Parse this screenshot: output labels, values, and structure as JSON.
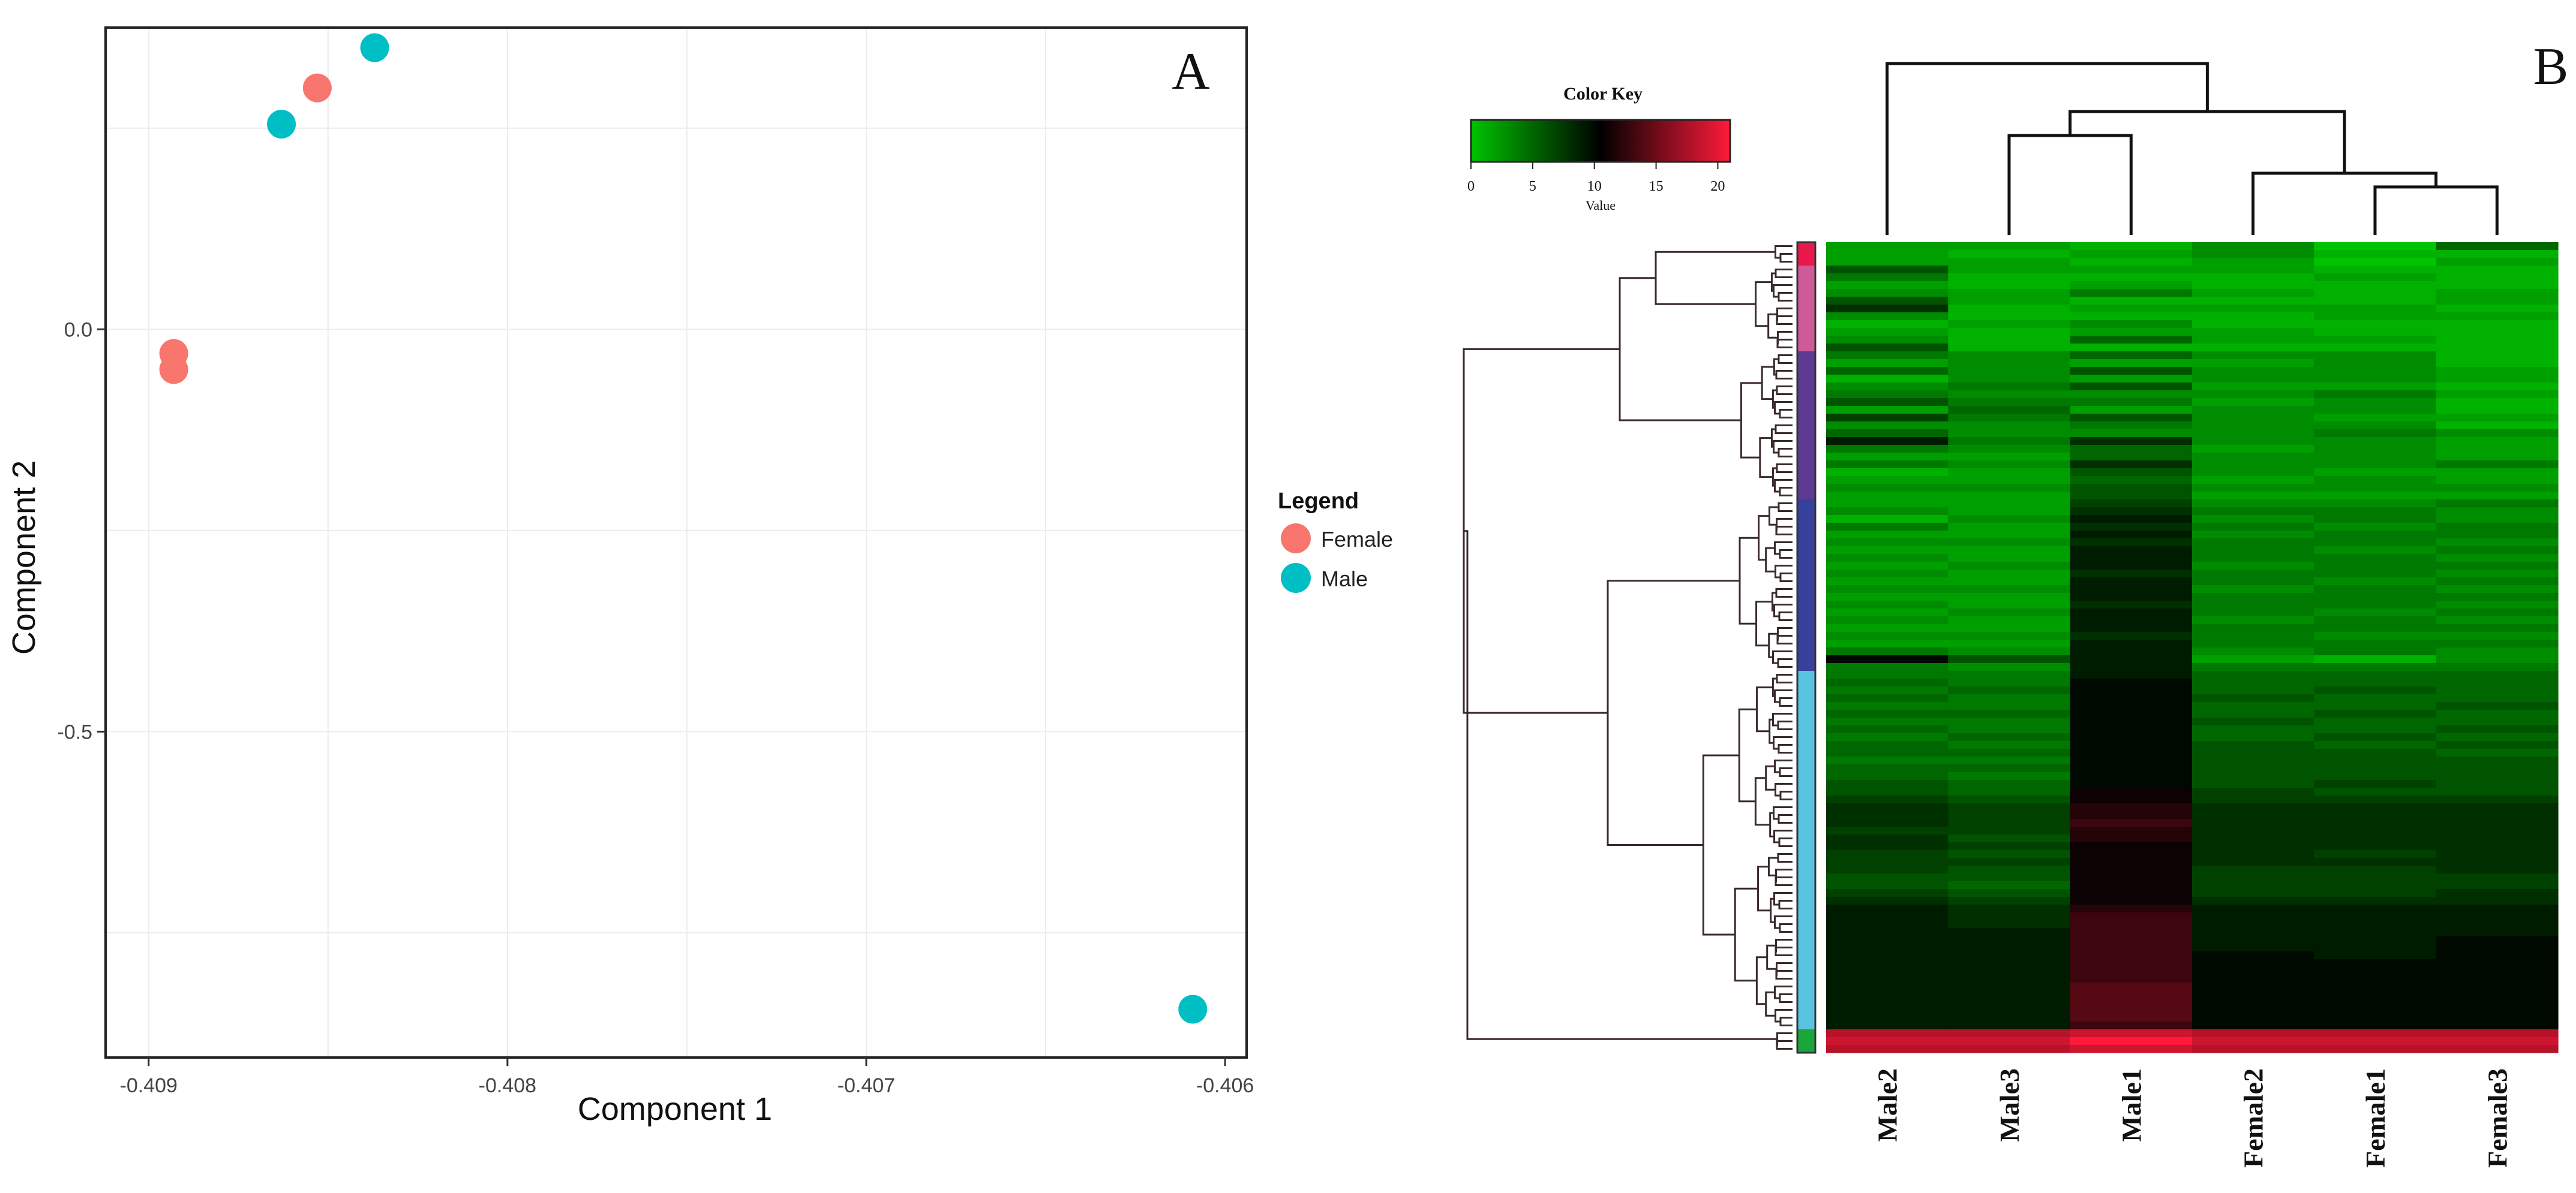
{
  "panels": {
    "a_letter": "A",
    "b_letter": "B"
  },
  "colors": {
    "female": "#F8766D",
    "male": "#00BFC4",
    "panel_border": "#222222",
    "grid": "#ececec",
    "heat_low": "#00c400",
    "heat_mid": "#000000",
    "heat_high": "#ff1a3a",
    "cluster_colors": [
      "#e8194a",
      "#cf5a9a",
      "#5d3b95",
      "#37409a",
      "#58c2df",
      "#1aa63a"
    ]
  },
  "chart_data": [
    {
      "type": "scatter",
      "xlabel": "Component 1",
      "ylabel": "Component 2",
      "xlim": [
        -0.40912,
        -0.40594
      ],
      "ylim": [
        -0.905,
        0.375
      ],
      "x_ticks": [
        -0.409,
        -0.408,
        -0.407,
        -0.406
      ],
      "x_tick_labels": [
        "-0.409",
        "-0.408",
        "-0.407",
        "-0.406"
      ],
      "y_ticks": [
        0.0,
        -0.5
      ],
      "y_tick_labels": [
        "0.0",
        "-0.5"
      ],
      "grid": true,
      "legend_title": "Legend",
      "legend_position": "right",
      "series": [
        {
          "name": "Female",
          "color": "#F8766D",
          "points": [
            [
              -0.40853,
              0.3
            ],
            [
              -0.40893,
              -0.03
            ],
            [
              -0.40893,
              -0.05
            ]
          ]
        },
        {
          "name": "Male",
          "color": "#00BFC4",
          "points": [
            [
              -0.40837,
              0.35
            ],
            [
              -0.40863,
              0.255
            ],
            [
              -0.40609,
              -0.845
            ]
          ]
        }
      ]
    },
    {
      "type": "heatmap",
      "columns": [
        "Male2",
        "Male3",
        "Male1",
        "Female2",
        "Female1",
        "Female3"
      ],
      "color_key": {
        "title": "Color Key",
        "xlabel": "Value",
        "ticks": [
          0,
          5,
          10,
          15,
          20
        ],
        "tick_labels": [
          "0",
          "5",
          "10",
          "15",
          "20"
        ],
        "range": [
          0,
          21
        ],
        "colors": [
          "#00c400",
          "#000000",
          "#ff1a3a"
        ]
      },
      "column_dendrogram": {
        "merges": [
          [
            4,
            5,
            0.28
          ],
          [
            3,
            6,
            0.36
          ],
          [
            1,
            2,
            0.58
          ],
          [
            8,
            7,
            0.72
          ],
          [
            0,
            9,
            1.0
          ]
        ]
      },
      "row_clusters": [
        {
          "rows": 3,
          "color": "#e8194a",
          "levels": [
            [
              2,
              2,
              1,
              3,
              0,
              5
            ],
            [
              2,
              1,
              2,
              3,
              1,
              1
            ],
            [
              2,
              2,
              1,
              2,
              0,
              2
            ]
          ]
        },
        {
          "rows": 11,
          "color": "#cf5a9a",
          "levels": [
            [
              6,
              2,
              2,
              2,
              1,
              1
            ],
            [
              4,
              1,
              1,
              1,
              2,
              1
            ],
            [
              2,
              1,
              2,
              1,
              1,
              1
            ],
            [
              3,
              2,
              4,
              2,
              1,
              2
            ],
            [
              6,
              2,
              1,
              1,
              1,
              2
            ],
            [
              8,
              1,
              2,
              2,
              2,
              1
            ],
            [
              3,
              1,
              1,
              1,
              2,
              2
            ],
            [
              1,
              2,
              3,
              1,
              1,
              1
            ],
            [
              2,
              1,
              2,
              2,
              1,
              1
            ],
            [
              3,
              1,
              5,
              2,
              2,
              1
            ],
            [
              6,
              1,
              1,
              1,
              1,
              1
            ]
          ]
        },
        {
          "rows": 19,
          "color": "#5d3b95",
          "levels": [
            [
              4,
              3,
              5,
              3,
              3,
              1
            ],
            [
              2,
              3,
              2,
              2,
              3,
              1
            ],
            [
              5,
              3,
              6,
              3,
              3,
              2
            ],
            [
              1,
              3,
              2,
              3,
              3,
              2
            ],
            [
              3,
              4,
              6,
              2,
              2,
              1
            ],
            [
              4,
              3,
              3,
              3,
              4,
              2
            ],
            [
              6,
              4,
              4,
              2,
              3,
              1
            ],
            [
              2,
              5,
              2,
              3,
              3,
              1
            ],
            [
              7,
              4,
              6,
              3,
              2,
              2
            ],
            [
              3,
              3,
              4,
              3,
              3,
              1
            ],
            [
              5,
              3,
              3,
              3,
              4,
              3
            ],
            [
              9,
              4,
              8,
              3,
              3,
              2
            ],
            [
              4,
              3,
              5,
              2,
              3,
              2
            ],
            [
              2,
              2,
              5,
              3,
              3,
              2
            ],
            [
              4,
              3,
              8,
              3,
              3,
              4
            ],
            [
              1,
              2,
              6,
              3,
              2,
              2
            ],
            [
              2,
              2,
              5,
              2,
              3,
              2
            ],
            [
              3,
              3,
              6,
              3,
              3,
              3
            ],
            [
              2,
              2,
              6,
              2,
              2,
              2
            ]
          ]
        },
        {
          "rows": 22,
          "color": "#37409a",
          "levels": [
            [
              2,
              2,
              7,
              3,
              3,
              4
            ],
            [
              3,
              2,
              8,
              4,
              4,
              3
            ],
            [
              1,
              3,
              9,
              3,
              4,
              3
            ],
            [
              4,
              2,
              8,
              4,
              3,
              4
            ],
            [
              2,
              2,
              9,
              3,
              4,
              4
            ],
            [
              3,
              3,
              8,
              4,
              4,
              3
            ],
            [
              2,
              2,
              9,
              4,
              3,
              4
            ],
            [
              3,
              2,
              9,
              4,
              4,
              3
            ],
            [
              2,
              3,
              9,
              3,
              4,
              4
            ],
            [
              3,
              2,
              8,
              4,
              4,
              3
            ],
            [
              2,
              2,
              9,
              4,
              3,
              4
            ],
            [
              3,
              3,
              9,
              3,
              4,
              3
            ],
            [
              2,
              2,
              9,
              4,
              4,
              4
            ],
            [
              3,
              2,
              8,
              4,
              4,
              3
            ],
            [
              2,
              3,
              9,
              4,
              3,
              4
            ],
            [
              3,
              2,
              9,
              3,
              4,
              3
            ],
            [
              2,
              2,
              9,
              4,
              4,
              4
            ],
            [
              3,
              3,
              8,
              4,
              3,
              3
            ],
            [
              2,
              2,
              9,
              4,
              4,
              4
            ],
            [
              4,
              3,
              9,
              3,
              4,
              3
            ],
            [
              10,
              6,
              9,
              2,
              1,
              3
            ],
            [
              4,
              3,
              9,
              4,
              4,
              4
            ]
          ]
        },
        {
          "rows": 46,
          "color": "#58c2df",
          "levels": [
            [
              4,
              4,
              9,
              5,
              5,
              5
            ],
            [
              5,
              4,
              10,
              5,
              5,
              5
            ],
            [
              4,
              5,
              10,
              5,
              6,
              5
            ],
            [
              5,
              4,
              10,
              6,
              5,
              5
            ],
            [
              4,
              4,
              10,
              5,
              5,
              6
            ],
            [
              5,
              5,
              10,
              5,
              6,
              5
            ],
            [
              4,
              4,
              10,
              6,
              5,
              5
            ],
            [
              5,
              4,
              10,
              5,
              5,
              6
            ],
            [
              4,
              5,
              10,
              5,
              6,
              5
            ],
            [
              5,
              4,
              10,
              6,
              5,
              6
            ],
            [
              5,
              5,
              10,
              6,
              6,
              5
            ],
            [
              4,
              4,
              10,
              6,
              6,
              6
            ],
            [
              5,
              5,
              10,
              6,
              6,
              6
            ],
            [
              5,
              4,
              10,
              6,
              6,
              6
            ],
            [
              6,
              5,
              10,
              6,
              7,
              6
            ],
            [
              6,
              5,
              11,
              7,
              6,
              6
            ],
            [
              7,
              6,
              11,
              7,
              7,
              7
            ],
            [
              8,
              7,
              12,
              8,
              8,
              8
            ],
            [
              8,
              7,
              12,
              8,
              8,
              8
            ],
            [
              8,
              7,
              13,
              8,
              8,
              8
            ],
            [
              7,
              7,
              12,
              8,
              8,
              8
            ],
            [
              8,
              6,
              12,
              8,
              8,
              8
            ],
            [
              8,
              7,
              11,
              8,
              8,
              8
            ],
            [
              7,
              6,
              11,
              8,
              7,
              8
            ],
            [
              7,
              7,
              11,
              8,
              8,
              8
            ],
            [
              7,
              6,
              11,
              7,
              7,
              8
            ],
            [
              6,
              6,
              11,
              7,
              7,
              7
            ],
            [
              6,
              5,
              11,
              7,
              7,
              7
            ],
            [
              7,
              6,
              11,
              7,
              7,
              8
            ],
            [
              8,
              7,
              11,
              8,
              8,
              8
            ],
            [
              9,
              8,
              12,
              9,
              9,
              9
            ],
            [
              9,
              8,
              13,
              9,
              9,
              9
            ],
            [
              9,
              8,
              13,
              9,
              9,
              9
            ],
            [
              9,
              9,
              13,
              9,
              9,
              9
            ],
            [
              9,
              9,
              13,
              9,
              9,
              10
            ],
            [
              9,
              9,
              13,
              9,
              9,
              10
            ],
            [
              9,
              9,
              13,
              10,
              9,
              10
            ],
            [
              9,
              9,
              13,
              10,
              10,
              10
            ],
            [
              9,
              9,
              13,
              10,
              10,
              10
            ],
            [
              9,
              9,
              13,
              10,
              10,
              10
            ],
            [
              9,
              9,
              14,
              10,
              10,
              10
            ],
            [
              9,
              9,
              14,
              10,
              10,
              10
            ],
            [
              9,
              9,
              14,
              10,
              10,
              10
            ],
            [
              9,
              9,
              14,
              10,
              10,
              10
            ],
            [
              9,
              9,
              14,
              10,
              10,
              10
            ],
            [
              9,
              9,
              13,
              10,
              10,
              10
            ]
          ]
        },
        {
          "rows": 3,
          "color": "#1aa63a",
          "levels": [
            [
              18,
              18,
              19,
              18,
              18,
              18
            ],
            [
              19,
              19,
              21,
              19,
              19,
              19
            ],
            [
              18,
              18,
              19,
              18,
              18,
              18
            ]
          ]
        }
      ]
    }
  ]
}
